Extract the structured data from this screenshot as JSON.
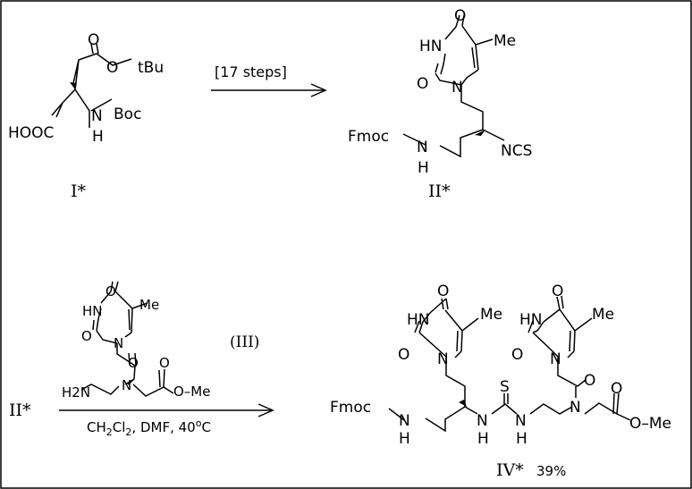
{
  "compounds": {
    "c1": {
      "caption": "I*",
      "labels": {
        "o_carbonyl": "O",
        "o_ester": "O",
        "tbu": "tBu",
        "hooc": "HOOC",
        "nh": "N",
        "h": "H",
        "boc": "Boc"
      }
    },
    "c2": {
      "caption": "II*",
      "labels": {
        "o4": "O",
        "hn3": "HN",
        "me": "Me",
        "o2": "O",
        "n1": "N",
        "fmoc": "Fmoc",
        "nh_n": "N",
        "nh_h": "H",
        "ncs": "NCS"
      }
    },
    "c3": {
      "caption": "(III)",
      "labels": {
        "o4": "O",
        "hn3": "HN",
        "me": "Me",
        "o2": "O",
        "n1": "N",
        "o_amide": "O",
        "h2n": "H2N",
        "n_amide": "N",
        "o_ester": "O",
        "ome": "O–Me"
      }
    },
    "c4": {
      "caption": "IV*",
      "yield": "39%",
      "labels": {
        "a_o4": "O",
        "a_hn": "HN",
        "a_me": "Me",
        "a_o2": "O",
        "a_n1": "N",
        "b_o4": "O",
        "b_hn": "HN",
        "b_me": "Me",
        "b_o2": "O",
        "b_n1": "N",
        "s": "S",
        "b_o_amide": "O",
        "o_ester": "O",
        "fmoc": "Fmoc",
        "nh1_n": "N",
        "nh1_h": "H",
        "nh2_n": "N",
        "nh2_h": "H",
        "nh3_n": "N",
        "nh3_h": "H",
        "n_amide": "N",
        "ome": "O–Me"
      }
    }
  },
  "reactions": {
    "step1": {
      "label": "[17 steps]"
    },
    "step2": {
      "reactant": "II*",
      "conditions": {
        "part1": "CH",
        "sub1": "2",
        "part2": "Cl",
        "sub2": "2",
        "part3": ", DMF,  40",
        "deg": "o",
        "part4": "C"
      }
    }
  }
}
